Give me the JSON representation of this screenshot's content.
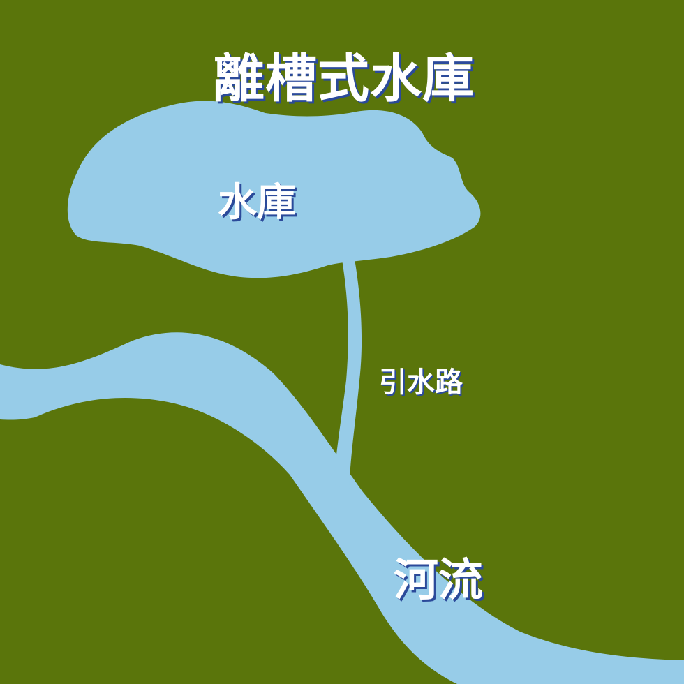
{
  "title": "離槽式水庫",
  "labels": {
    "reservoir": "水庫",
    "channel": "引水路",
    "river": "河流"
  },
  "colors": {
    "land": "#5a750b",
    "water": "#97cce8",
    "text": "#ffffff",
    "text_shadow": "#2b4a9a"
  }
}
